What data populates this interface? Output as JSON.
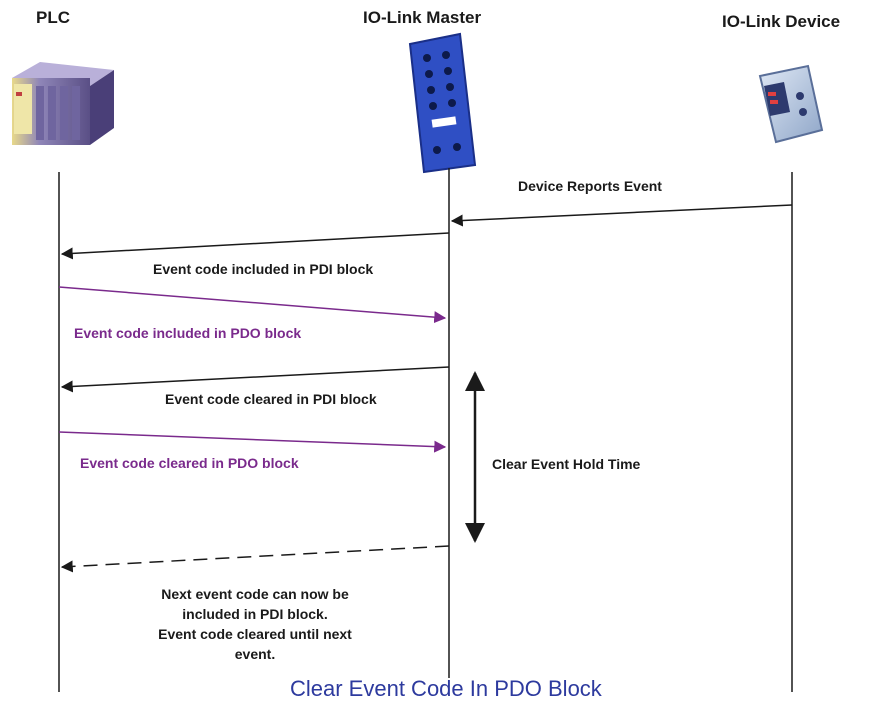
{
  "participants": {
    "plc": "PLC",
    "master": "IO-Link Master",
    "device": "IO-Link Device"
  },
  "messages": {
    "device_reports": "Device Reports Event",
    "pdi_included": "Event code included in PDI block",
    "pdo_included": "Event code included in PDO block",
    "pdi_cleared": "Event code cleared in PDI block",
    "pdo_cleared": "Event code cleared in PDO block",
    "hold_time": "Clear Event Hold Time",
    "next_event_lines": [
      "Next event code can now be",
      "included in PDI block.",
      "Event code cleared until next",
      "event."
    ]
  },
  "caption": "Clear Event Code In PDO Block",
  "colors": {
    "purple": "#7a2a8c",
    "caption": "#2d3a9e",
    "line": "#1a1a1a"
  }
}
